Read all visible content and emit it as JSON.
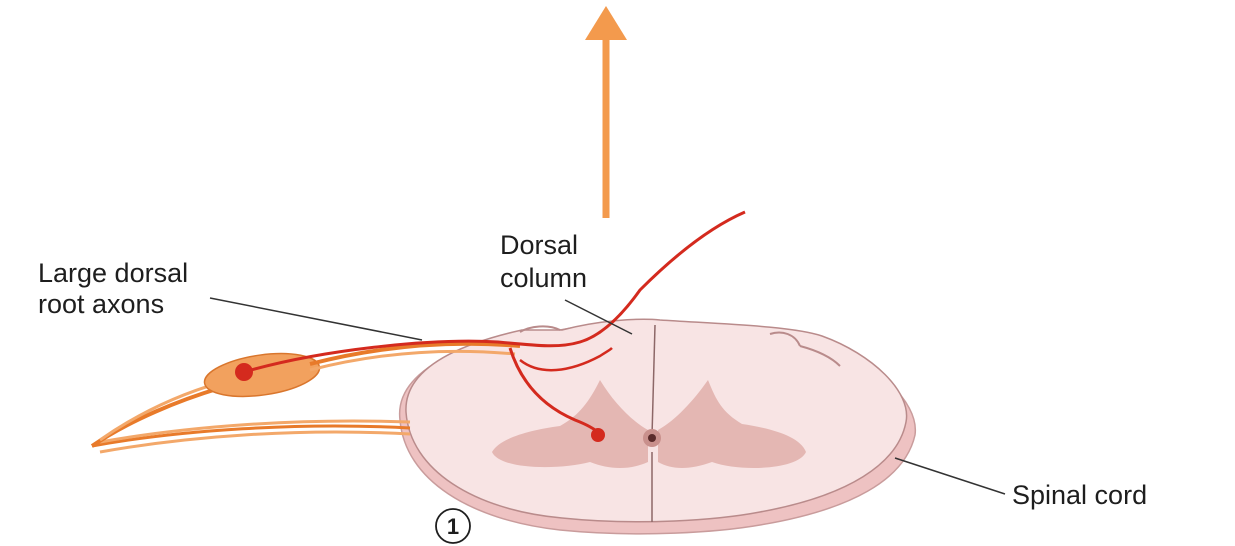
{
  "labels": {
    "large_dorsal_root_axons_line1": "Large dorsal",
    "large_dorsal_root_axons_line2": "root axons",
    "dorsal_column_line1": "Dorsal",
    "dorsal_column_line2": "column",
    "spinal_cord": "Spinal cord",
    "figure_number": "1"
  },
  "colors": {
    "arrow": "#f39a4d",
    "axon": "#d42a1e",
    "nerve": "#e87a2a",
    "cord_outer": "#f3d3d3",
    "cord_surface": "#f7e1e1",
    "grey_matter": "#e2b2ae",
    "leader_line": "#333333"
  }
}
